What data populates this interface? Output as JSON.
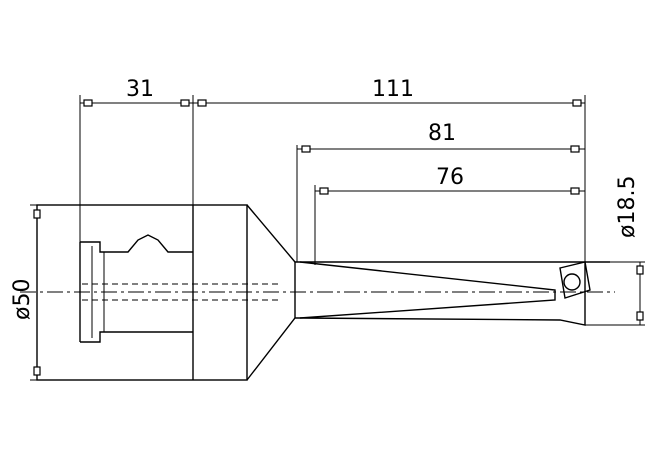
{
  "drawing": {
    "dimensions": {
      "shank_length": "31",
      "overall_length": "111",
      "body_length": "81",
      "flute_length": "76",
      "shank_diameter": "ø50",
      "drill_diameter": "ø18.5"
    }
  }
}
